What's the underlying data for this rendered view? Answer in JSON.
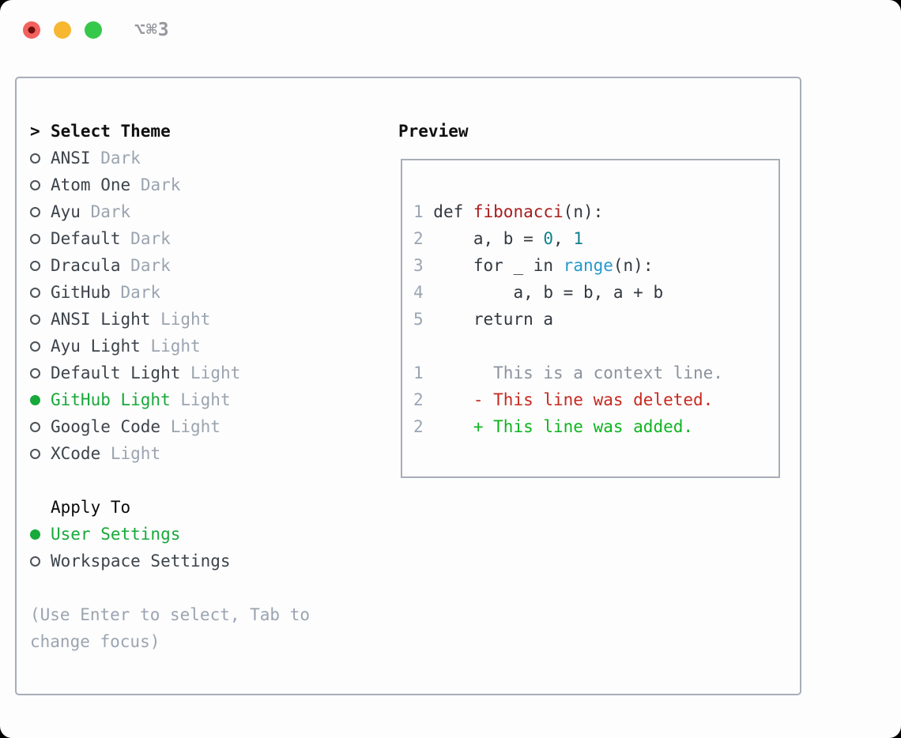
{
  "titlebar": {
    "title": "⌥⌘3"
  },
  "icons": {
    "caret": ">",
    "radio_unselected": "○",
    "radio_selected": "●"
  },
  "theme_picker": {
    "caret": ">",
    "heading": "Select Theme",
    "items": [
      {
        "name": "ANSI",
        "variant": "Dark",
        "selected": false
      },
      {
        "name": "Atom One",
        "variant": "Dark",
        "selected": false
      },
      {
        "name": "Ayu",
        "variant": "Dark",
        "selected": false
      },
      {
        "name": "Default",
        "variant": "Dark",
        "selected": false
      },
      {
        "name": "Dracula",
        "variant": "Dark",
        "selected": false
      },
      {
        "name": "GitHub",
        "variant": "Dark",
        "selected": false
      },
      {
        "name": "ANSI Light",
        "variant": "Light",
        "selected": false
      },
      {
        "name": "Ayu Light",
        "variant": "Light",
        "selected": false
      },
      {
        "name": "Default Light",
        "variant": "Light",
        "selected": false
      },
      {
        "name": "GitHub Light",
        "variant": "Light",
        "selected": true
      },
      {
        "name": "Google Code",
        "variant": "Light",
        "selected": false
      },
      {
        "name": "XCode",
        "variant": "Light",
        "selected": false
      }
    ],
    "apply_heading": "Apply To",
    "apply_items": [
      {
        "label": "User Settings",
        "selected": true
      },
      {
        "label": "Workspace Settings",
        "selected": false
      }
    ],
    "help": "(Use Enter to select, Tab to change focus)"
  },
  "preview": {
    "heading": "Preview",
    "code_lines": [
      {
        "num": "1",
        "segments": [
          {
            "t": " def ",
            "c": "d"
          },
          {
            "t": "fibonacci",
            "c": "fn"
          },
          {
            "t": "(n):",
            "c": "d"
          }
        ]
      },
      {
        "num": "2",
        "segments": [
          {
            "t": "     a, b = ",
            "c": "d"
          },
          {
            "t": "0",
            "c": "num"
          },
          {
            "t": ", ",
            "c": "d"
          },
          {
            "t": "1",
            "c": "num"
          }
        ]
      },
      {
        "num": "3",
        "segments": [
          {
            "t": "     for _ in ",
            "c": "d"
          },
          {
            "t": "range",
            "c": "kw"
          },
          {
            "t": "(n):",
            "c": "d"
          }
        ]
      },
      {
        "num": "4",
        "segments": [
          {
            "t": "         a, b = b, a + b",
            "c": "d"
          }
        ]
      },
      {
        "num": "5",
        "segments": [
          {
            "t": "     return a",
            "c": "d"
          }
        ]
      },
      {
        "num": "",
        "segments": []
      },
      {
        "num": "1",
        "segments": [
          {
            "t": "       This is a context line.",
            "c": "ctx"
          }
        ]
      },
      {
        "num": "2",
        "segments": [
          {
            "t": "     - This line was deleted.",
            "c": "del"
          }
        ]
      },
      {
        "num": "2",
        "segments": [
          {
            "t": "     + This line was added.",
            "c": "add"
          }
        ]
      }
    ]
  },
  "colors": {
    "accent_green": "#17a93a",
    "code_default": "#32383f",
    "function_red": "#a91e1e",
    "number_teal": "#12808d",
    "builtin_blue": "#2499cf",
    "context_gray": "#8b939d",
    "deleted_red": "#c7291f",
    "added_green": "#0fb421",
    "line_number_gray": "#9aa5b3",
    "muted_gray": "#9aa4b0",
    "border_gray": "#a7aeb8",
    "traffic_red": "#f4615e",
    "traffic_yellow": "#f7b731",
    "traffic_green": "#36c84b"
  }
}
